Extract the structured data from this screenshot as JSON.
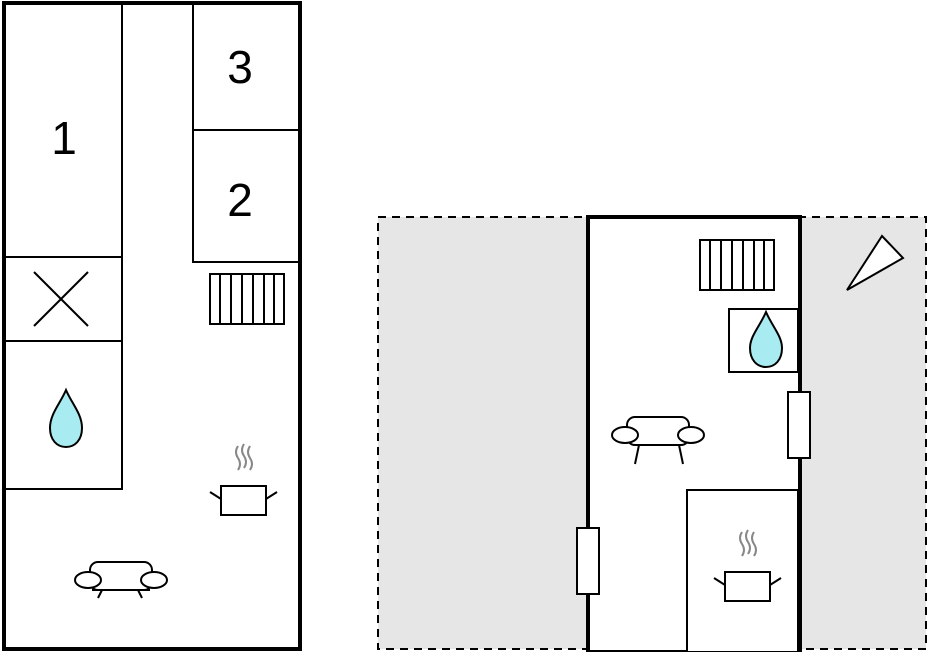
{
  "rooms": {
    "room1_label": "1",
    "room2_label": "2",
    "room3_label": "3"
  },
  "icons": [
    "bedroom-number",
    "x-cross-icon",
    "water-drop-icon",
    "stairs-icon",
    "cooking-pot-icon",
    "sofa-icon",
    "door-icon",
    "compass-north-arrow-icon"
  ],
  "colors": {
    "wall": "#000000",
    "terrace_fill": "#e6e6e6",
    "water": "#a8ecf2",
    "background": "#ffffff"
  }
}
